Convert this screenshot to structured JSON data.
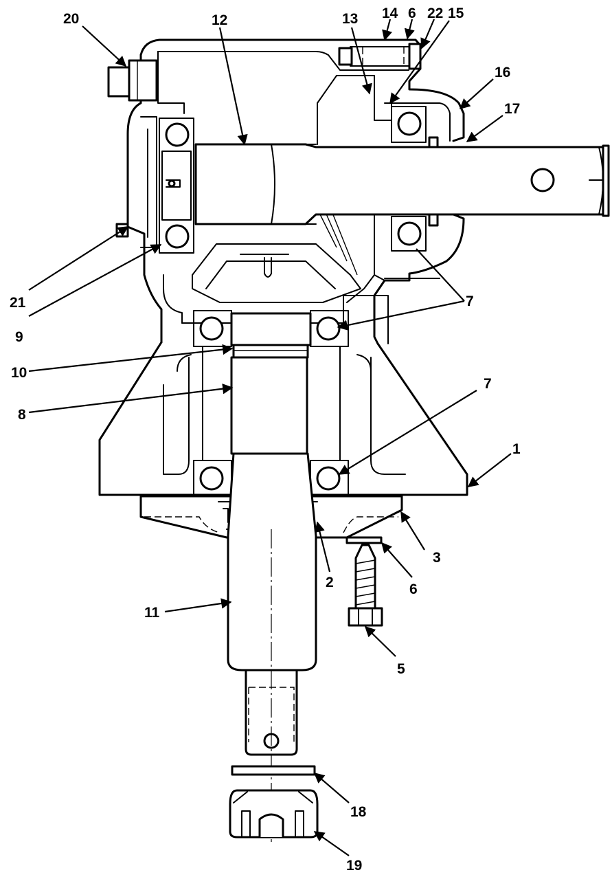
{
  "callouts": [
    {
      "id": "c20",
      "label": "20"
    },
    {
      "id": "c12",
      "label": "12"
    },
    {
      "id": "c13",
      "label": "13"
    },
    {
      "id": "c14",
      "label": "14"
    },
    {
      "id": "c6a",
      "label": "6"
    },
    {
      "id": "c22",
      "label": "22"
    },
    {
      "id": "c15",
      "label": "15"
    },
    {
      "id": "c16",
      "label": "16"
    },
    {
      "id": "c17",
      "label": "17"
    },
    {
      "id": "c21",
      "label": "21"
    },
    {
      "id": "c9",
      "label": "9"
    },
    {
      "id": "c7a",
      "label": "7"
    },
    {
      "id": "c10",
      "label": "10"
    },
    {
      "id": "c8",
      "label": "8"
    },
    {
      "id": "c7b",
      "label": "7"
    },
    {
      "id": "c1",
      "label": "1"
    },
    {
      "id": "c3",
      "label": "3"
    },
    {
      "id": "c2",
      "label": "2"
    },
    {
      "id": "c6b",
      "label": "6"
    },
    {
      "id": "c11",
      "label": "11"
    },
    {
      "id": "c5",
      "label": "5"
    },
    {
      "id": "c18",
      "label": "18"
    },
    {
      "id": "c19",
      "label": "19"
    }
  ]
}
